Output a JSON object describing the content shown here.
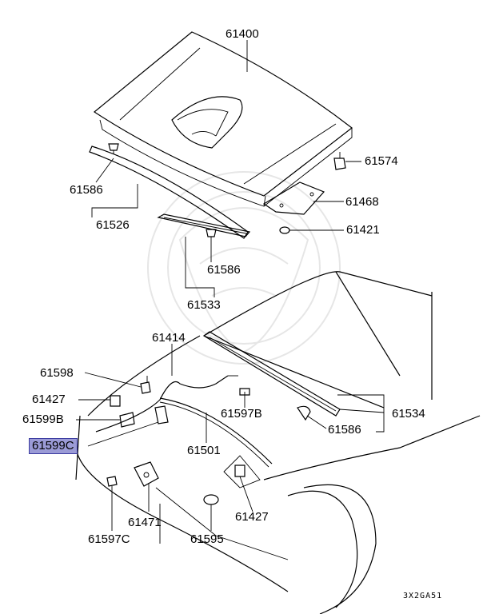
{
  "diagram": {
    "parts": {
      "p61400": "61400",
      "p61574": "61574",
      "p61468": "61468",
      "p61421": "61421",
      "p61586_a": "61586",
      "p61526": "61526",
      "p61586_b": "61586",
      "p61533": "61533",
      "p61414": "61414",
      "p61598": "61598",
      "p61427_a": "61427",
      "p61599B": "61599B",
      "p61599C": "61599C",
      "p61597B": "61597B",
      "p61534": "61534",
      "p61586_c": "61586",
      "p61501": "61501",
      "p61471": "61471",
      "p61427_b": "61427",
      "p61597C": "61597C",
      "p61595": "61595"
    },
    "highlighted_part": "61599C",
    "highlight_color": "#9b9bd6",
    "footer_code": "3X2GA51"
  }
}
